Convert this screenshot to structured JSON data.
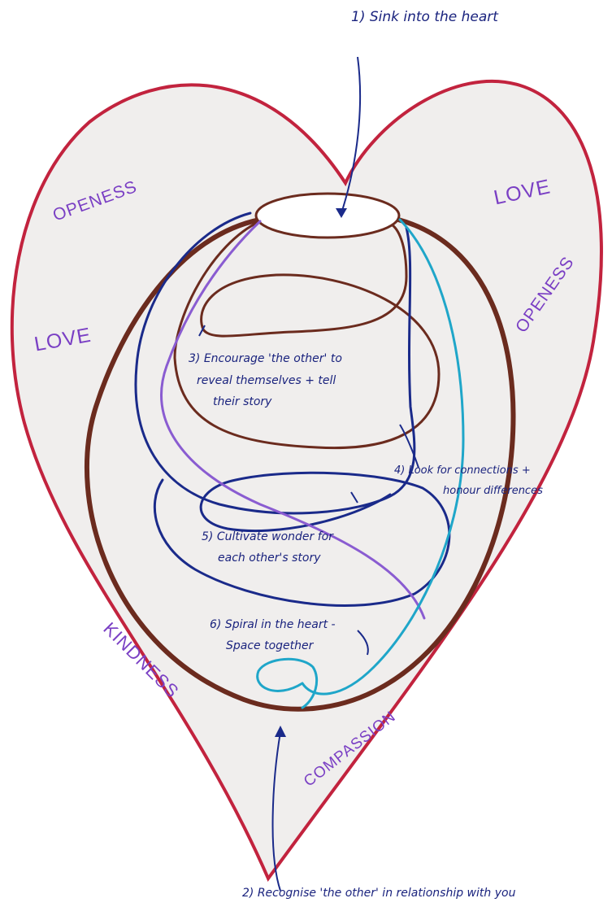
{
  "steps": {
    "s1": "1) Sink into the heart",
    "s2": "2) Recognise 'the other' in relationship with you",
    "s3_l1": "3) Encourage 'the other' to",
    "s3_l2": "reveal themselves + tell",
    "s3_l3": "their story",
    "s4_l1": "4) Look for connections +",
    "s4_l2": "honour differences",
    "s5_l1": "5) Cultivate wonder for",
    "s5_l2": "each other's story",
    "s6_l1": "6) Spiral in the heart -",
    "s6_l2": "Space together"
  },
  "words": {
    "openess_top_left": "OPENESS",
    "love_top_right": "LOVE",
    "love_left": "LOVE",
    "openess_right": "OPENESS",
    "kindness": "KINDNESS",
    "compassion": "COMPASSION"
  },
  "colors": {
    "heart": "#c2233e",
    "brown": "#6b2b1e",
    "navy": "#1a2a8a",
    "purple": "#8a5cd1",
    "cyan": "#1fa6c9",
    "text_navy": "#1a237e",
    "text_purple": "#7a3fc4",
    "fill": "#efedec"
  }
}
